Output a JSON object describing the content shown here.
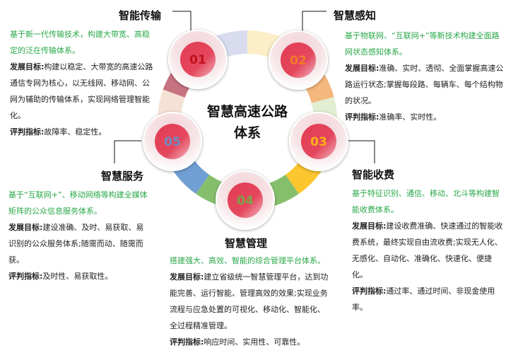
{
  "center_title": "智慧高速公路体系",
  "colors": {
    "ring": [
      "#d9dcee",
      "#fcefc8",
      "#f4b77c",
      "#e2eed2",
      "#fcc62f",
      "#86bf6c",
      "#86bf6c",
      "#6f9fd3",
      "#f6e2d5",
      "#c7727f"
    ],
    "bubble": "#e0435a",
    "green_text": "#2aa84a"
  },
  "nodes": [
    {
      "num": "01",
      "num_color": "#c0101a",
      "title": "智能传输",
      "intro": "基于新一代传输技术，构建大带宽、高稳定的泛在传输体系。",
      "goal_label": "发展目标:",
      "goal": "构建以稳定、大带宽的高速公路通信专网为核心，以无线网、移动网、公网为辅助的传输体系，实现网络管理智能化。",
      "eval_label": "评判指标:",
      "eval": "故障率、稳定性。"
    },
    {
      "num": "02",
      "num_color": "#f07c2c",
      "title": "智慧感知",
      "intro": "基于物联网、“互联网+”等新技术构建全面路网状态感知体系。",
      "goal_label": "发展目标:",
      "goal": "准确、实时、透彻、全面掌握高速公路运行状态;掌握每段路、每辆车、每个结构物的状况。",
      "eval_label": "评判指标:",
      "eval": "准确率、实时性。"
    },
    {
      "num": "03",
      "num_color": "#fbb316",
      "title": "智能收费",
      "intro": "基于特征识别、通信、移动、北斗等构建智能收费体系。",
      "goal_label": "发展目标:",
      "goal": "建设收费准确、快速通过的智能收费系统，最终实现自由流收费;实现无人化、无感化、自动化、准确化、快速化、便捷化。",
      "eval_label": "评判指标:",
      "eval": "通过率、通过时间、非现金使用率。"
    },
    {
      "num": "04",
      "num_color": "#7aa64a",
      "title": "智慧管理",
      "intro": "搭建强大、高效、智能的综合管理平台体系。",
      "goal_label": "发展目标:",
      "goal": "建立省级统一智慧管理平台，达到功能完善、运行智能、管理高效的效果;实现业务流程与应急处置的可视化、移动化、智能化、全过程精准管理。",
      "eval_label": "评判指标:",
      "eval": "响应时间、实用性、可靠性。"
    },
    {
      "num": "05",
      "num_color": "#6a8ec4",
      "title": "智慧服务",
      "intro": "基于“互联网+”、移动网络等构建全媒体矩阵的公众信息服务体系。",
      "goal_label": "发展目标:",
      "goal": "建设准确、及时、易获取、易识别的公众服务体系;随需而动、随需而获。",
      "eval_label": "评判指标:",
      "eval": "及时性、易获取性。"
    }
  ]
}
